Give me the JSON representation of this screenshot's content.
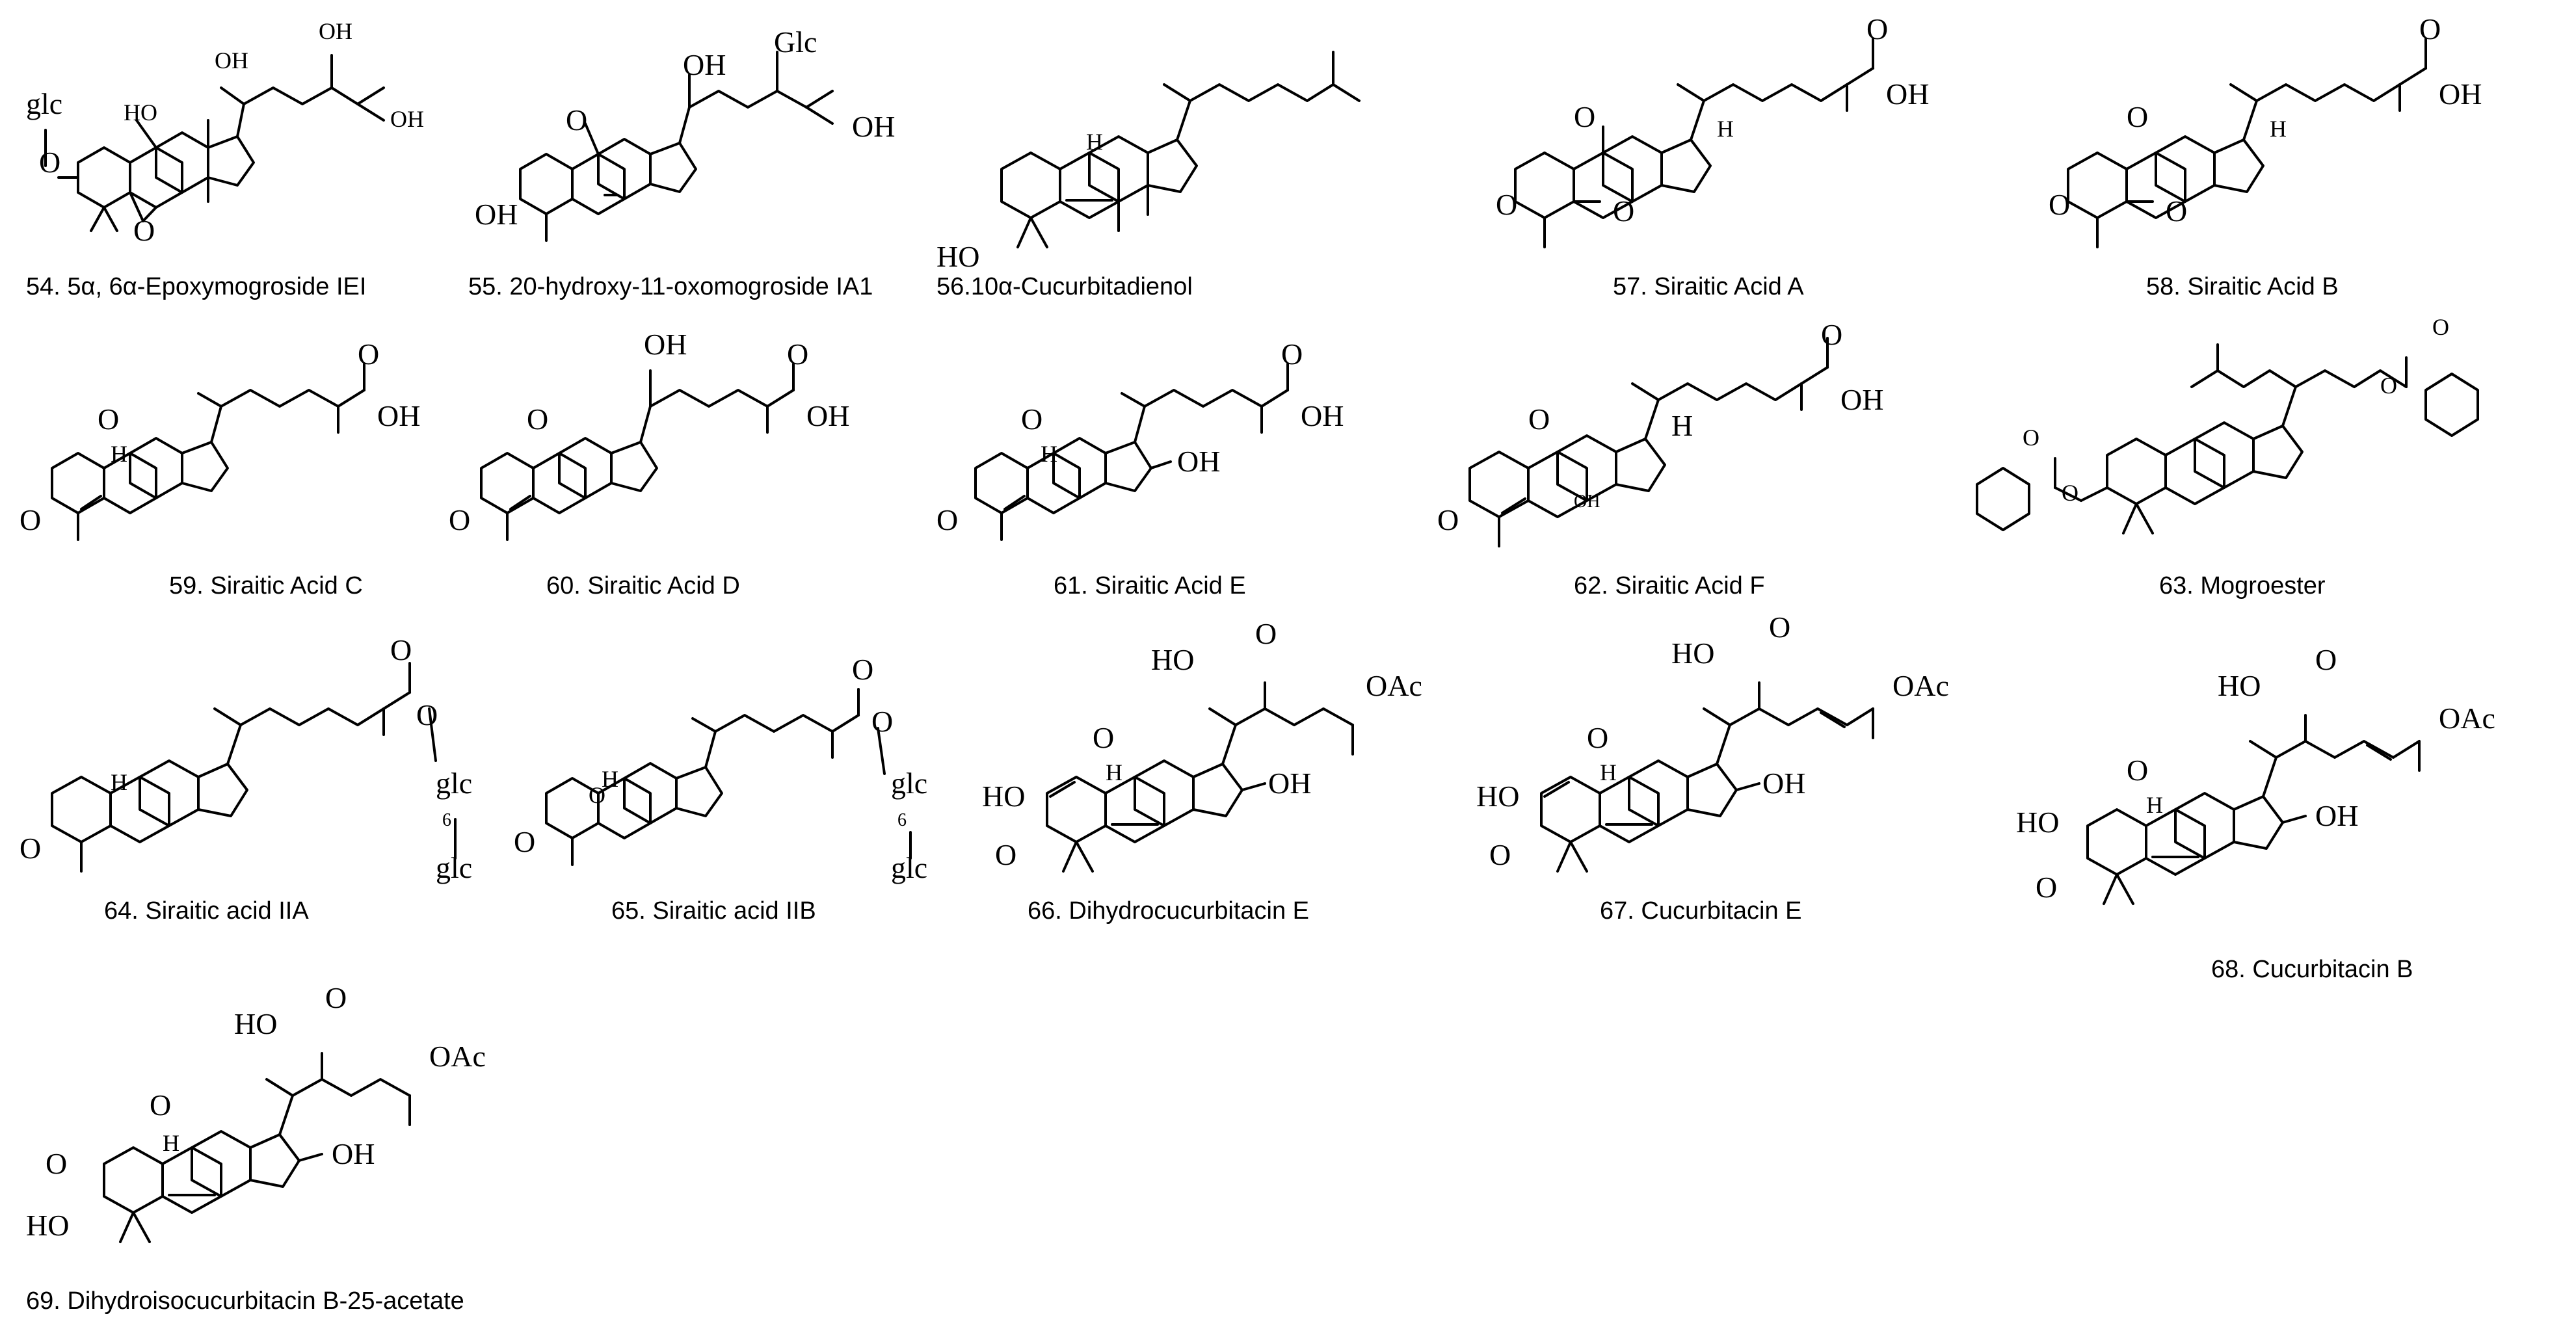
{
  "compounds": [
    {
      "id": "54",
      "caption": "54. 5α, 6α-Epoxymogroside IEI",
      "labels": {
        "glc": "glc",
        "O": "O",
        "HO11": "HO",
        "OH20": "OH",
        "OH24": "OH",
        "OH25": "OH"
      }
    },
    {
      "id": "55",
      "caption": "55. 20-hydroxy-11-oxomogroside IA1",
      "labels": {
        "OH3": "OH",
        "O11": "O",
        "OH20": "OH",
        "Glc": "Glc",
        "OH25": "OH"
      }
    },
    {
      "id": "56",
      "caption": "56.10α-Cucurbitadienol",
      "labels": {
        "HO3": "HO",
        "H": "H"
      }
    },
    {
      "id": "57",
      "caption": "57. Siraitic Acid A",
      "labels": {
        "O3": "O",
        "O11": "O",
        "O": "O",
        "OH": "OH",
        "Oacid": "O",
        "H": "H"
      }
    },
    {
      "id": "58",
      "caption": "58. Siraitic Acid B",
      "labels": {
        "O3": "O",
        "O11": "O",
        "O": "O",
        "OH": "OH",
        "Oacid": "O",
        "H": "H"
      }
    },
    {
      "id": "59",
      "caption": "59. Siraitic Acid C",
      "labels": {
        "O3": "O",
        "O11": "O",
        "OH": "OH",
        "Oacid": "O",
        "H": "H"
      }
    },
    {
      "id": "60",
      "caption": "60. Siraitic Acid D",
      "labels": {
        "O3": "O",
        "O11": "O",
        "OH20": "OH",
        "OH": "OH",
        "Oacid": "O"
      }
    },
    {
      "id": "61",
      "caption": "61. Siraitic Acid E",
      "labels": {
        "O3": "O",
        "O11": "O",
        "OH16": "OH",
        "OH": "OH",
        "Oacid": "O",
        "H": "H"
      }
    },
    {
      "id": "62",
      "caption": "62. Siraitic Acid F",
      "labels": {
        "O3": "O",
        "O11": "O",
        "OH19": "OH",
        "OH": "OH",
        "Oacid": "O",
        "H": "H"
      }
    },
    {
      "id": "63",
      "caption": "63. Mogroester",
      "labels": {
        "O": "O"
      }
    },
    {
      "id": "64",
      "caption": "64. Siraitic acid IIA",
      "labels": {
        "O3": "O",
        "Oacid": "O",
        "Oester": "O",
        "glc1": "glc",
        "six": "6",
        "glc2": "glc",
        "H": "H"
      }
    },
    {
      "id": "65",
      "caption": "65.  Siraitic acid IIB",
      "labels": {
        "O3": "O",
        "O": "O",
        "Oacid": "O",
        "Oester": "O",
        "glc1": "glc",
        "six": "6",
        "glc2": "glc",
        "H": "H"
      }
    },
    {
      "id": "66",
      "caption": "66. Dihydrocucurbitacin E",
      "labels": {
        "HO2": "HO",
        "O3": "O",
        "O11": "O",
        "HO20": "HO",
        "O22": "O",
        "OAc": "OAc",
        "OH16": "OH",
        "H": "H"
      }
    },
    {
      "id": "67",
      "caption": "67. Cucurbitacin E",
      "labels": {
        "HO2": "HO",
        "O3": "O",
        "O11": "O",
        "HO20": "HO",
        "O22": "O",
        "OAc": "OAc",
        "OH16": "OH",
        "H": "H"
      }
    },
    {
      "id": "68",
      "caption": "68. Cucurbitacin B",
      "labels": {
        "HO2": "HO",
        "O3": "O",
        "O11": "O",
        "HO20": "HO",
        "O22": "O",
        "OAc": "OAc",
        "OH16": "OH",
        "H": "H"
      }
    },
    {
      "id": "69",
      "caption": "69. Dihydroisocucurbitacin B-25-acetate",
      "labels": {
        "HO3": "HO",
        "O2": "O",
        "O11": "O",
        "HO20": "HO",
        "O22": "O",
        "OAc": "OAc",
        "OH16": "OH",
        "H": "H"
      }
    }
  ]
}
